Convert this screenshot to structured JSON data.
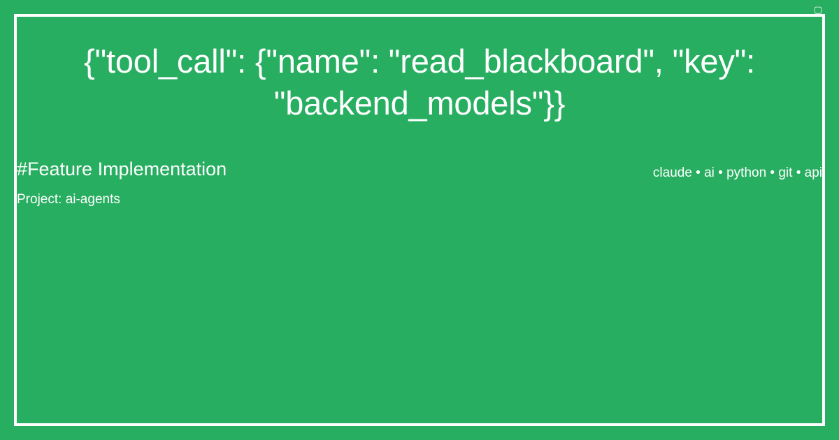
{
  "card": {
    "background_color": "#27ae60",
    "frame_color": "#ffffff",
    "text_color": "#ffffff"
  },
  "corner": {
    "glyph_icon": "missing-glyph-icon",
    "glyph": "▢"
  },
  "headline": {
    "text": "{\"tool_call\": {\"name\": \"read_blackboard\", \"key\": \"backend_models\"}}"
  },
  "meta": {
    "category": "#Feature Implementation",
    "project_label": "Project: ai-agents",
    "project_name": "ai-agents",
    "tags_line": "claude • ai • python • git • api",
    "tags": [
      "claude",
      "ai",
      "python",
      "git",
      "api"
    ],
    "tag_separator": "•"
  }
}
